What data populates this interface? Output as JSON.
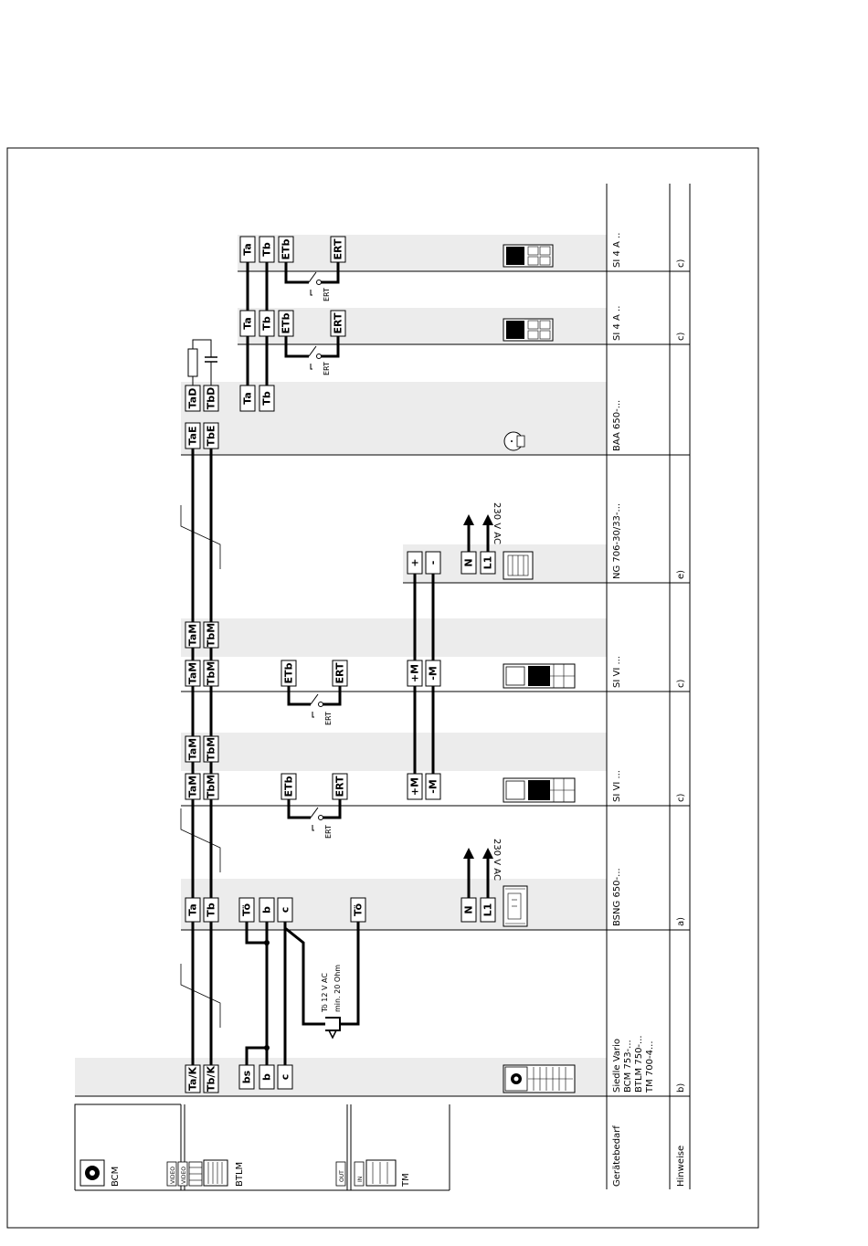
{
  "left_panel": {
    "bcm_label": "BCM",
    "video_1": "VIDEO",
    "video_2": "VIDEO",
    "btlm_label": "BTLM",
    "out_label": "OUT",
    "in_label": "IN",
    "tm_label": "TM"
  },
  "row_headers": {
    "devices": "Gerätebedarf",
    "notes": "Hinweise"
  },
  "modules": {
    "siedle": {
      "device_lines": [
        "Siedle Vario",
        "BCM 753-...",
        "BTLM 750-...",
        "TM 700-4..."
      ],
      "note": "b)",
      "terminals": [
        "Ta/K",
        "Tb/K",
        "bs",
        "b",
        "c"
      ]
    },
    "bsng": {
      "device": "BSNG 650-...",
      "note": "a)",
      "terminals": [
        "Ta",
        "Tb",
        "Tö",
        "b",
        "c",
        "Tö",
        "N",
        "L1"
      ],
      "supply": "230 V AC"
    },
    "door_opener": {
      "line1": "Tö 12 V AC",
      "line2": "min. 20 Ohm"
    },
    "si_vi_1": {
      "device": "SI VI ...",
      "note": "c)",
      "terminals": [
        "TaM",
        "TbM",
        "ETb",
        "ERT",
        "+M",
        "-M",
        "TaM",
        "TbM"
      ],
      "switch_label": "ERT"
    },
    "si_vi_2": {
      "device": "SI VI ...",
      "note": "c)",
      "terminals": [
        "TaM",
        "TbM",
        "ETb",
        "ERT",
        "+M",
        "-M",
        "TaM",
        "TbM"
      ],
      "switch_label": "ERT"
    },
    "ng": {
      "device": "NG 706-30/33-...",
      "note": "e)",
      "terminals": [
        "+",
        "-",
        "N",
        "L1"
      ],
      "supply": "230 V AC"
    },
    "baa": {
      "device": "BAA 650-...",
      "terminals": [
        "TaE",
        "TbE",
        "TaD",
        "TbD",
        "Ta",
        "Tb"
      ]
    },
    "si4_1": {
      "device": "SI 4 A ..",
      "note": "c)",
      "terminals": [
        "Ta",
        "Tb",
        "ETb",
        "ERT"
      ],
      "switch_label": "ERT"
    },
    "si4_2": {
      "device": "SI 4 A ..",
      "note": "c)",
      "terminals": [
        "Ta",
        "Tb",
        "ETb",
        "ERT"
      ],
      "switch_label": "ERT"
    }
  }
}
